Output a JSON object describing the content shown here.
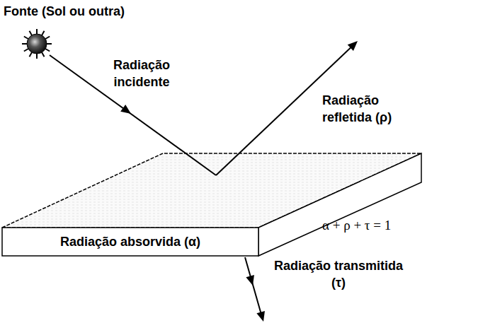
{
  "diagram": {
    "nodes": [
      {
        "text": [
          "Radiação absorvida (α)"
        ]
      }
    ],
    "labels": [
      "Fonte (Sol ou outra)",
      "Radiação incidente",
      "Radiação refletida (ρ)",
      "α + ρ + τ = 1",
      "Radiação transmitida (τ)"
    ]
  }
}
